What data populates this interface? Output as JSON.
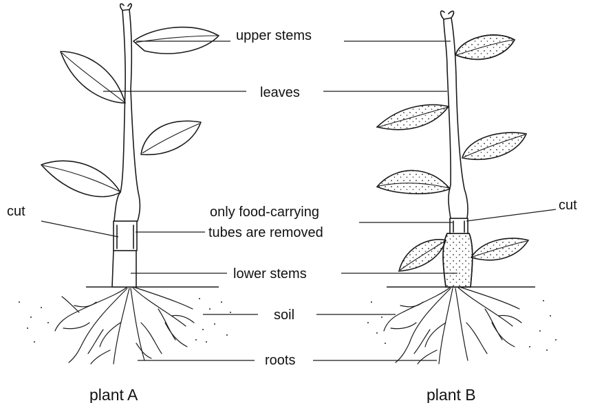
{
  "labels": {
    "upper_stems": "upper stems",
    "leaves": "leaves",
    "only_food_line1": "only food-carrying",
    "only_food_line2": "tubes are removed",
    "lower_stems": "lower stems",
    "soil": "soil",
    "roots": "roots",
    "cut_a": "cut",
    "cut_b": "cut"
  },
  "captions": {
    "plant_a": "plant A",
    "plant_b": "plant B"
  }
}
